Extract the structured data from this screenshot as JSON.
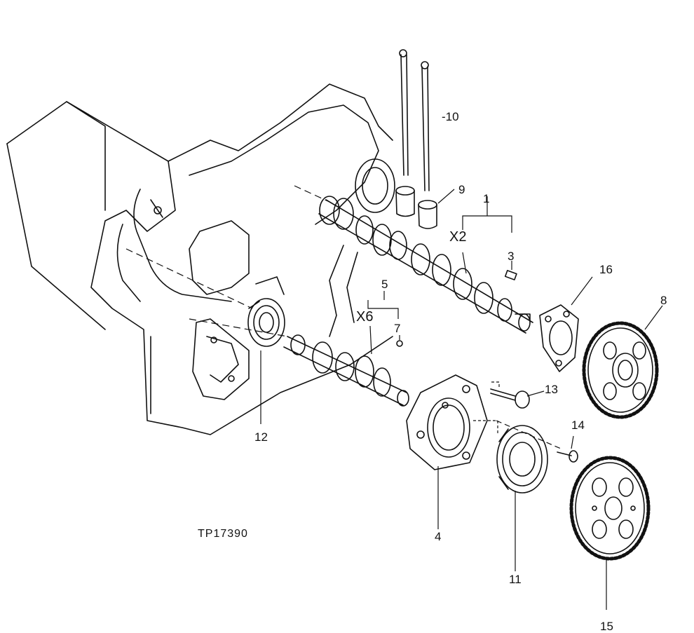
{
  "diagram": {
    "reference": "TP17390",
    "callouts": {
      "c1": "1",
      "c2": "X2",
      "c3": "3",
      "c4": "4",
      "c5": "5",
      "c6": "X6",
      "c7": "7",
      "c8": "8",
      "c9": "9",
      "c10": "-10",
      "c11": "11",
      "c12": "12",
      "c13": "13",
      "c14": "14",
      "c15": "15",
      "c16": "16"
    }
  }
}
